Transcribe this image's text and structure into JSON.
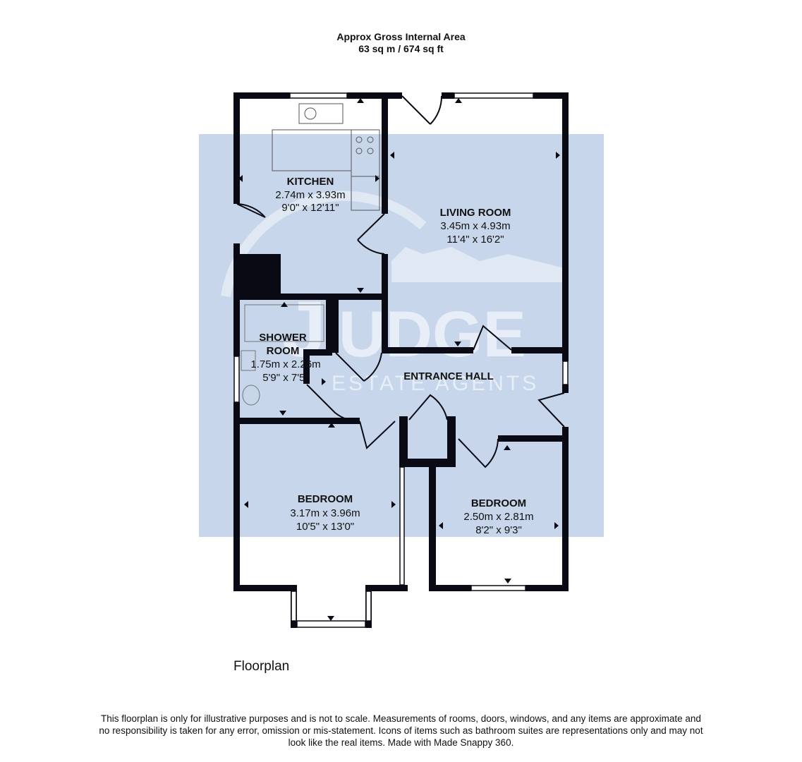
{
  "header": {
    "line1": "Approx Gross Internal Area",
    "line2": "63 sq m / 674 sq ft"
  },
  "watermark": {
    "brand": "UDGE",
    "tagline": "ESTATE AGENTS",
    "color": "#c7d6ea"
  },
  "rooms": {
    "kitchen": {
      "name": "KITCHEN",
      "metric": "2.74m x 3.93m",
      "imperial": "9'0\" x 12'11\""
    },
    "living": {
      "name": "LIVING ROOM",
      "metric": "3.45m x 4.93m",
      "imperial": "11'4\" x 16'2\""
    },
    "shower": {
      "name_line1": "SHOWER",
      "name_line2": "ROOM",
      "metric": "1.75m x 2.26m",
      "imperial": "5'9\" x 7'5\""
    },
    "hall": {
      "name": "ENTRANCE HALL"
    },
    "bedroom1": {
      "name": "BEDROOM",
      "metric": "3.17m x 3.96m",
      "imperial": "10'5\" x 13'0\""
    },
    "bedroom2": {
      "name": "BEDROOM",
      "metric": "2.50m x 2.81m",
      "imperial": "8'2\" x 9'3\""
    }
  },
  "caption": "Floorplan",
  "disclaimer": "This floorplan is only for illustrative purposes and is not to scale. Measurements of rooms, doors, windows, and any items are approximate and no responsibility is taken for any error, omission or mis-statement. Icons of items such as bathroom suites are representations only and may not look like the real items. Made with Made Snappy 360.",
  "colors": {
    "wall": "#0a0a14",
    "overlay": "#c7d6ea"
  }
}
